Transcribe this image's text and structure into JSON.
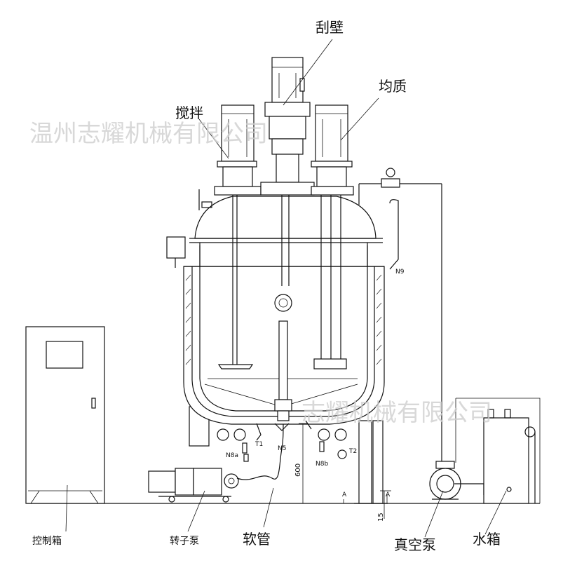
{
  "watermarks": {
    "top": "温州志耀机械有限公司",
    "bottom": "志耀机械有限公司"
  },
  "labels": {
    "scraper": "刮壁",
    "homogenizer": "均质",
    "agitator": "搅拌",
    "control_box": "控制箱",
    "rotor_pump": "转子泵",
    "hose": "软管",
    "vacuum_pump": "真空泵",
    "water_tank": "水箱"
  },
  "tags": {
    "n9": "N9",
    "t1": "T1",
    "n5": "N5",
    "t2": "T2",
    "n8a": "N8a",
    "n8b": "N8b",
    "dim_600": "600",
    "dim_15": "15",
    "section_a1": "A",
    "section_a2": "A"
  }
}
